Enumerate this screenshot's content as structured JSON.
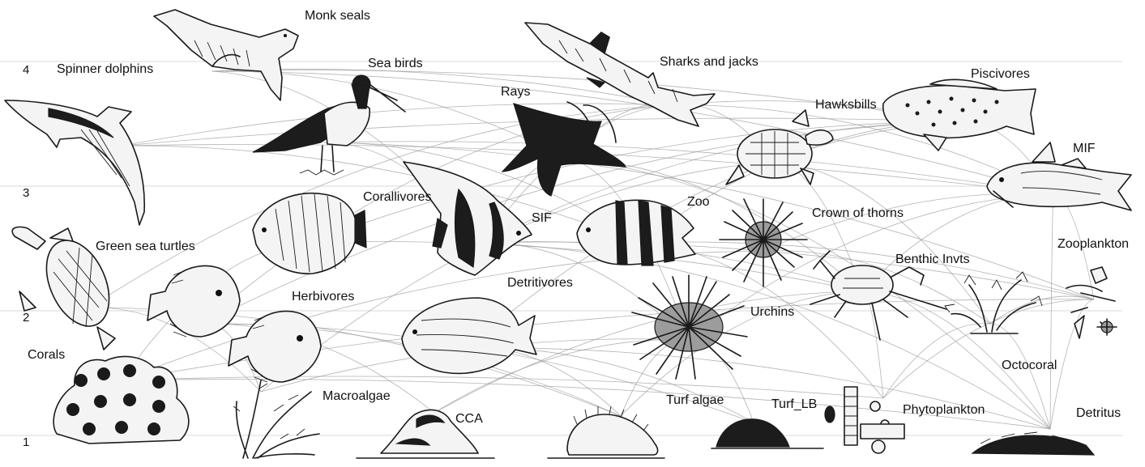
{
  "diagram": {
    "trophic_levels": [
      "1",
      "2",
      "3",
      "4"
    ],
    "nodes": [
      {
        "id": "monk_seals",
        "label": "Monk seals"
      },
      {
        "id": "spinner_dolphins",
        "label": "Spinner dolphins"
      },
      {
        "id": "sea_birds",
        "label": "Sea birds"
      },
      {
        "id": "sharks_jacks",
        "label": "Sharks and jacks"
      },
      {
        "id": "rays",
        "label": "Rays"
      },
      {
        "id": "piscivores",
        "label": "Piscivores"
      },
      {
        "id": "hawksbills",
        "label": "Hawksbills"
      },
      {
        "id": "mif",
        "label": "MIF"
      },
      {
        "id": "corallivores",
        "label": "Corallivores"
      },
      {
        "id": "sif",
        "label": "SIF"
      },
      {
        "id": "zoo",
        "label": "Zoo"
      },
      {
        "id": "crown_of_thorns",
        "label": "Crown of thorns"
      },
      {
        "id": "green_sea_turtles",
        "label": "Green sea turtles"
      },
      {
        "id": "zooplankton",
        "label": "Zooplankton"
      },
      {
        "id": "benthic_invts",
        "label": "Benthic Invts"
      },
      {
        "id": "detritivores",
        "label": "Detritivores"
      },
      {
        "id": "herbivores",
        "label": "Herbivores"
      },
      {
        "id": "urchins",
        "label": "Urchins"
      },
      {
        "id": "corals",
        "label": "Corals"
      },
      {
        "id": "octocoral",
        "label": "Octocoral"
      },
      {
        "id": "macroalgae",
        "label": "Macroalgae"
      },
      {
        "id": "turf_algae",
        "label": "Turf algae"
      },
      {
        "id": "turf_lb",
        "label": "Turf_LB"
      },
      {
        "id": "phytoplankton",
        "label": "Phytoplankton"
      },
      {
        "id": "cca",
        "label": "CCA"
      },
      {
        "id": "detritus",
        "label": "Detritus"
      }
    ],
    "links": [
      [
        "monk_seals",
        "sharks_jacks"
      ],
      [
        "monk_seals",
        "piscivores"
      ],
      [
        "monk_seals",
        "mif"
      ],
      [
        "monk_seals",
        "sif"
      ],
      [
        "monk_seals",
        "rays"
      ],
      [
        "spinner_dolphins",
        "sharks_jacks"
      ],
      [
        "spinner_dolphins",
        "piscivores"
      ],
      [
        "spinner_dolphins",
        "zoo"
      ],
      [
        "spinner_dolphins",
        "mif"
      ],
      [
        "sea_birds",
        "sif"
      ],
      [
        "sea_birds",
        "zoo"
      ],
      [
        "sea_birds",
        "mif"
      ],
      [
        "sea_birds",
        "zooplankton"
      ],
      [
        "sharks_jacks",
        "piscivores"
      ],
      [
        "sharks_jacks",
        "mif"
      ],
      [
        "sharks_jacks",
        "sif"
      ],
      [
        "sharks_jacks",
        "herbivores"
      ],
      [
        "sharks_jacks",
        "green_sea_turtles"
      ],
      [
        "sharks_jacks",
        "rays"
      ],
      [
        "sharks_jacks",
        "hawksbills"
      ],
      [
        "rays",
        "benthic_invts"
      ],
      [
        "rays",
        "urchins"
      ],
      [
        "rays",
        "detritus"
      ],
      [
        "rays",
        "sif"
      ],
      [
        "piscivores",
        "mif"
      ],
      [
        "piscivores",
        "sif"
      ],
      [
        "piscivores",
        "herbivores"
      ],
      [
        "piscivores",
        "corallivores"
      ],
      [
        "piscivores",
        "detritivores"
      ],
      [
        "piscivores",
        "zoo"
      ],
      [
        "hawksbills",
        "benthic_invts"
      ],
      [
        "hawksbills",
        "octocoral"
      ],
      [
        "hawksbills",
        "macroalgae"
      ],
      [
        "mif",
        "benthic_invts"
      ],
      [
        "mif",
        "urchins"
      ],
      [
        "mif",
        "zooplankton"
      ],
      [
        "mif",
        "crown_of_thorns"
      ],
      [
        "mif",
        "detritus"
      ],
      [
        "corallivores",
        "corals"
      ],
      [
        "corallivores",
        "benthic_invts"
      ],
      [
        "sif",
        "benthic_invts"
      ],
      [
        "sif",
        "zooplankton"
      ],
      [
        "sif",
        "detritus"
      ],
      [
        "sif",
        "urchins"
      ],
      [
        "zoo",
        "zooplankton"
      ],
      [
        "zoo",
        "phytoplankton"
      ],
      [
        "crown_of_thorns",
        "corals"
      ],
      [
        "crown_of_thorns",
        "octocoral"
      ],
      [
        "green_sea_turtles",
        "macroalgae"
      ],
      [
        "green_sea_turtles",
        "turf_algae"
      ],
      [
        "zooplankton",
        "phytoplankton"
      ],
      [
        "zooplankton",
        "detritus"
      ],
      [
        "benthic_invts",
        "detritus"
      ],
      [
        "benthic_invts",
        "turf_algae"
      ],
      [
        "benthic_invts",
        "phytoplankton"
      ],
      [
        "benthic_invts",
        "cca"
      ],
      [
        "detritivores",
        "detritus"
      ],
      [
        "detritivores",
        "turf_algae"
      ],
      [
        "detritivores",
        "turf_lb"
      ],
      [
        "herbivores",
        "macroalgae"
      ],
      [
        "herbivores",
        "turf_algae"
      ],
      [
        "herbivores",
        "cca"
      ],
      [
        "herbivores",
        "turf_lb"
      ],
      [
        "urchins",
        "turf_algae"
      ],
      [
        "urchins",
        "cca"
      ],
      [
        "urchins",
        "macroalgae"
      ],
      [
        "urchins",
        "turf_lb"
      ],
      [
        "corals",
        "zooplankton"
      ],
      [
        "corals",
        "detritus"
      ],
      [
        "corals",
        "phytoplankton"
      ],
      [
        "octocoral",
        "detritus"
      ],
      [
        "octocoral",
        "phytoplankton"
      ],
      [
        "octocoral",
        "zooplankton"
      ]
    ]
  }
}
